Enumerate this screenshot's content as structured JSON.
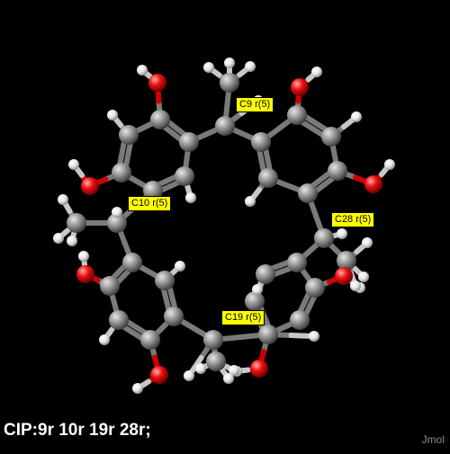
{
  "labels": {
    "c9": "C9 r(5)",
    "c10": "C10 r(5)",
    "c28": "C28 r(5)",
    "c19": "C19 r(5)"
  },
  "footer": {
    "cip": "CIP:9r 10r 19r 28r;",
    "brand": "Jmol"
  },
  "colors": {
    "background": "#000000",
    "carbon": "#8c8c8c",
    "oxygen": "#ff0d0d",
    "hydrogen": "#ffffff",
    "label_bg": "#ffff00"
  }
}
